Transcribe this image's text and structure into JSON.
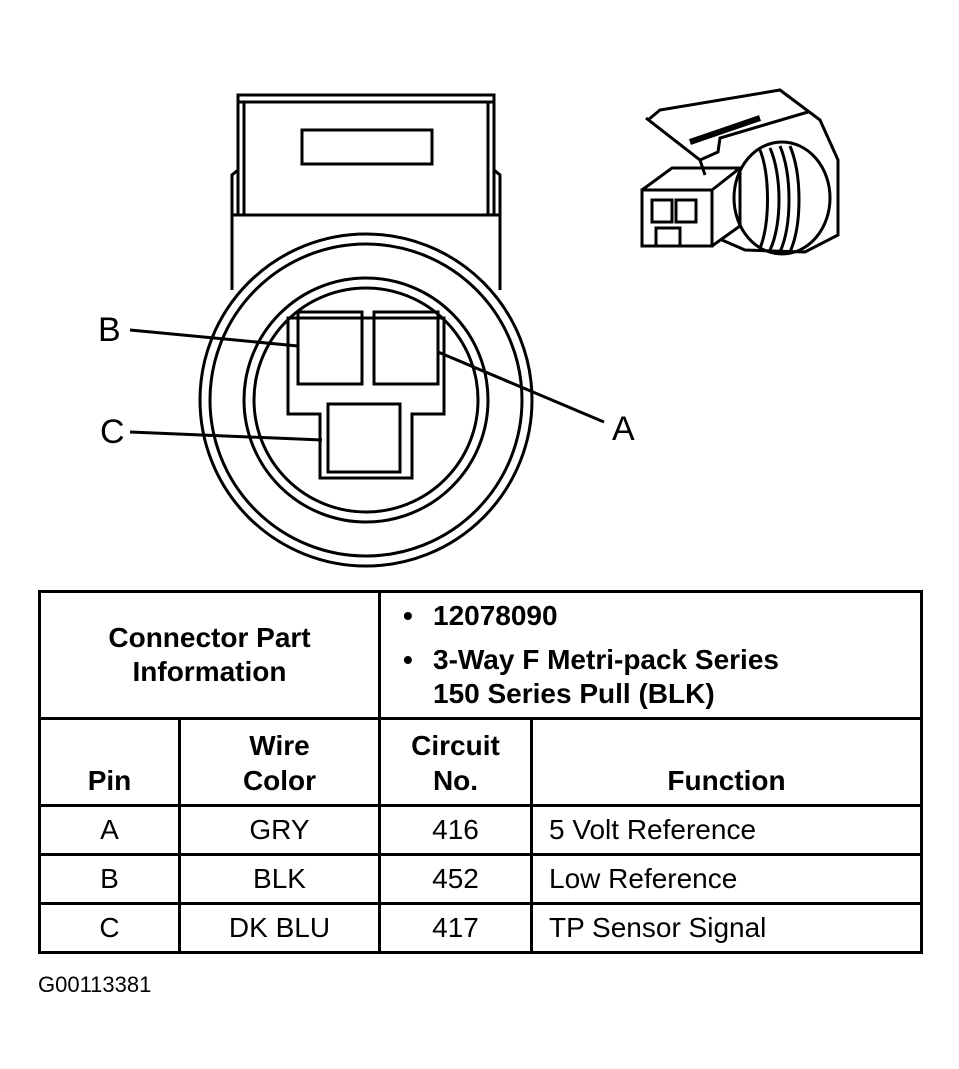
{
  "diagram": {
    "pin_labels": {
      "b": "B",
      "c": "C",
      "a": "A"
    }
  },
  "table": {
    "part_info_heading": [
      "Connector Part",
      "Information"
    ],
    "part_info_bullet": "•",
    "part_info_lines": [
      "12078090",
      "3-Way F Metri-pack Series",
      "150 Series Pull (BLK)"
    ],
    "headers": {
      "pin": "Pin",
      "wire_color": [
        "Wire",
        "Color"
      ],
      "circuit_no": [
        "Circuit",
        "No."
      ],
      "function": "Function"
    },
    "rows": [
      {
        "pin": "A",
        "wire_color": "GRY",
        "circuit": "416",
        "function": "5 Volt Reference"
      },
      {
        "pin": "B",
        "wire_color": "BLK",
        "circuit": "452",
        "function": "Low Reference"
      },
      {
        "pin": "C",
        "wire_color": "DK BLU",
        "circuit": "417",
        "function": "TP Sensor Signal"
      }
    ]
  },
  "figure_id": "G00113381"
}
